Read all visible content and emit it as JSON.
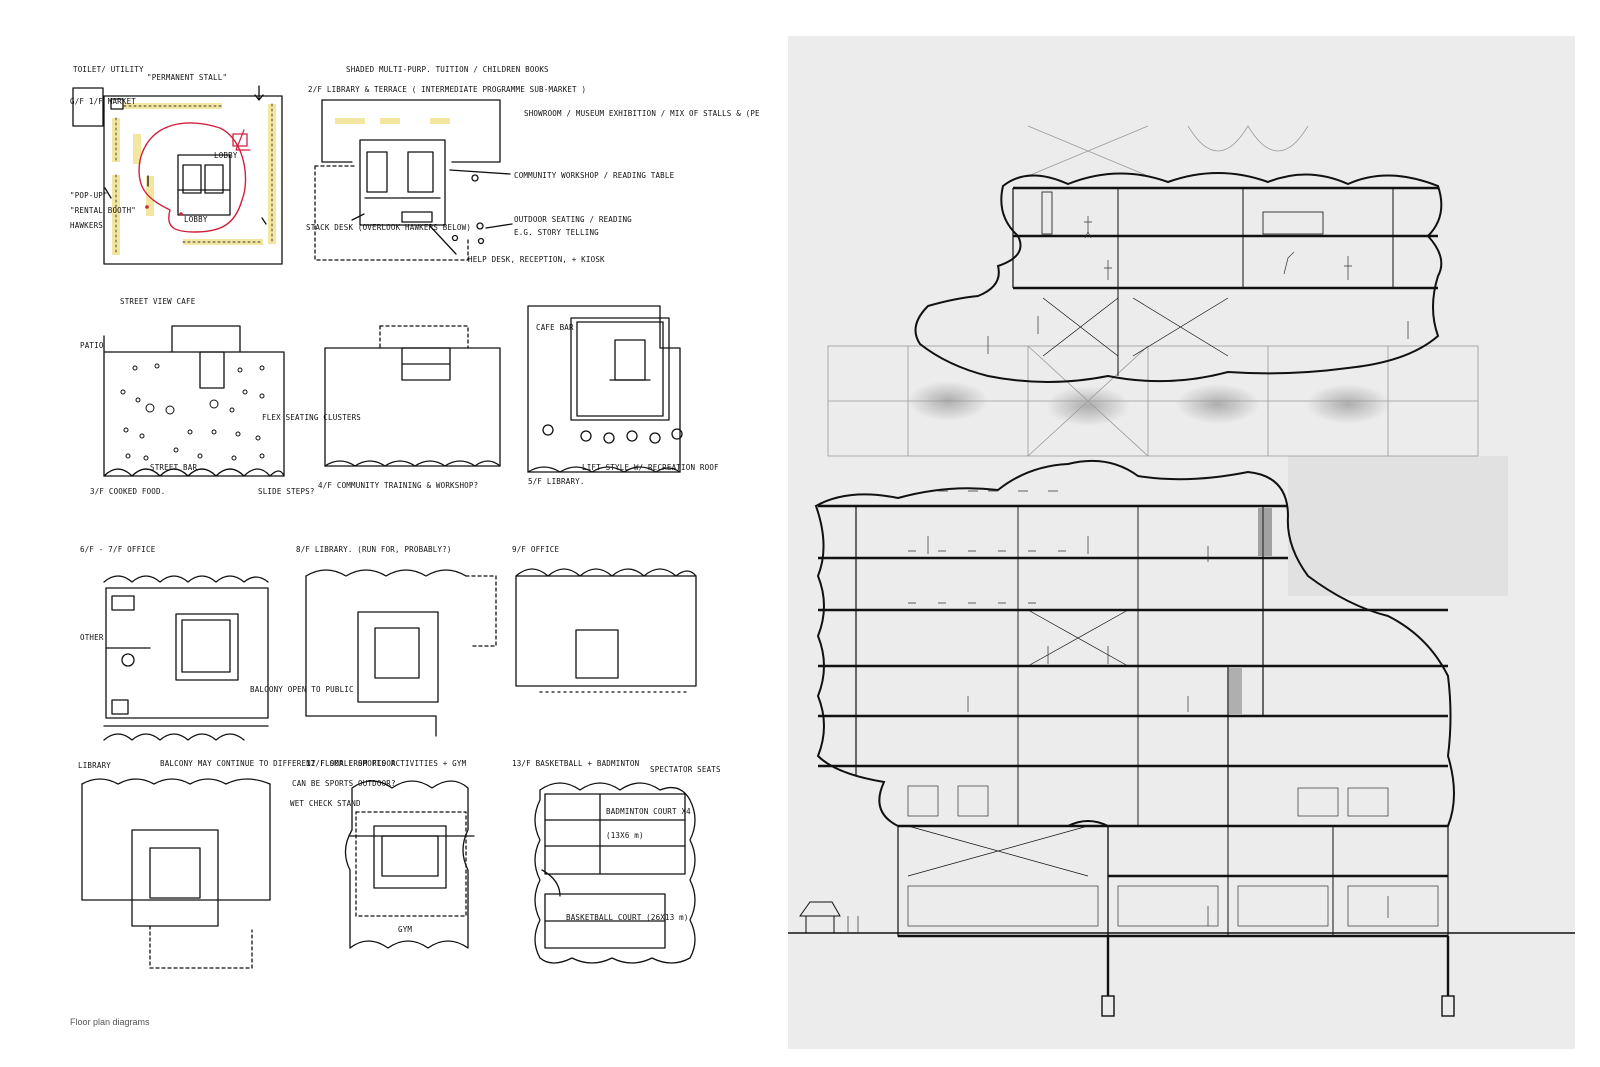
{
  "caption": "Floor plan diagrams",
  "sketch_labels": {
    "p1_toilet": "TOILET/ UTILITY",
    "p1_stall": "\"PERMANENT STALL\"",
    "p1_market": "G/F 1/F MARKET",
    "p1_popup": "\"POP-UP\"",
    "p1_rental": "\"RENTAL BOOTH\"",
    "p1_hawkers": "HAWKERS",
    "p1_lobby1": "LOBBY",
    "p1_lobby2": "LOBBY",
    "p2_title": "2/F LIBRARY & TERRACE ( INTERMEDIATE PROGRAMME SUB-MARKET )",
    "p2_top": "SHADED  MULTI-PURP.  TUITION / CHILDREN BOOKS",
    "p2_show": "SHOWROOM / MUSEUM EXHIBITION / MIX OF STALLS & (PERMANENT + TEMP.)",
    "p2_community": "COMMUNITY WORKSHOP / READING TABLE",
    "p2_outdoor": "OUTDOOR SEATING / READING",
    "p2_story": "E.G. STORY TELLING",
    "p2_stack": "STACK DESK (OVERLOOK HAWKERS BELOW)",
    "p2_help": "HELP DESK, RECEPTION, + KIOSK",
    "p3_street": "STREET VIEW CAFE",
    "p3_patio": "PATIO",
    "p3_flex": "FLEX SEATING CLUSTERS",
    "p3_label": "3/F COOKED FOOD.",
    "p3_bar": "STREET BAR",
    "p4_label": "4/F  COMMUNITY TRAINING & WORKSHOP?",
    "p5_cafe": "CAFE BAR",
    "p5_label": "5/F LIBRARY.",
    "p5_lift": "LIFT STYLE W/ RECREATION ROOF",
    "p5_slide": "SLIDE STEPS?",
    "p6_label": "6/F - 7/F  OFFICE",
    "p6_other": "OTHER",
    "p6_balcony": "BALCONY OPEN TO PUBLIC",
    "p8_label": "8/F  LIBRARY. (RUN FOR, PROBABLY?)",
    "p9_label": "9/F OFFICE",
    "p10_label": "LIBRARY",
    "p10_balcony": "BALCONY MAY CONTINUE TO DIFFERENT FLOOR FROM FLOOR",
    "p11_label": "12/F  SMALL SPORTS ACTIVITIES + GYM",
    "p11_can": "CAN BE SPORTS OUTDOOR?",
    "p11_climb": "WET CHECK STAND",
    "p11_gym": "GYM",
    "p12_label": "13/F BASKETBALL + BADMINTON",
    "p12_spec": "SPECTATOR SEATS",
    "p12_badminton": "BADMINTON COURT X4",
    "p12_dim1": "(13X6 m)",
    "p12_basket": "BASKETBALL COURT (26X13 m)"
  },
  "colors": {
    "ink": "#111111",
    "stall_highlight": "#f3e6a0",
    "circulation_line": "#d0213c",
    "section_paper": "#ececec",
    "section_shadow": "#8a8a8a"
  }
}
